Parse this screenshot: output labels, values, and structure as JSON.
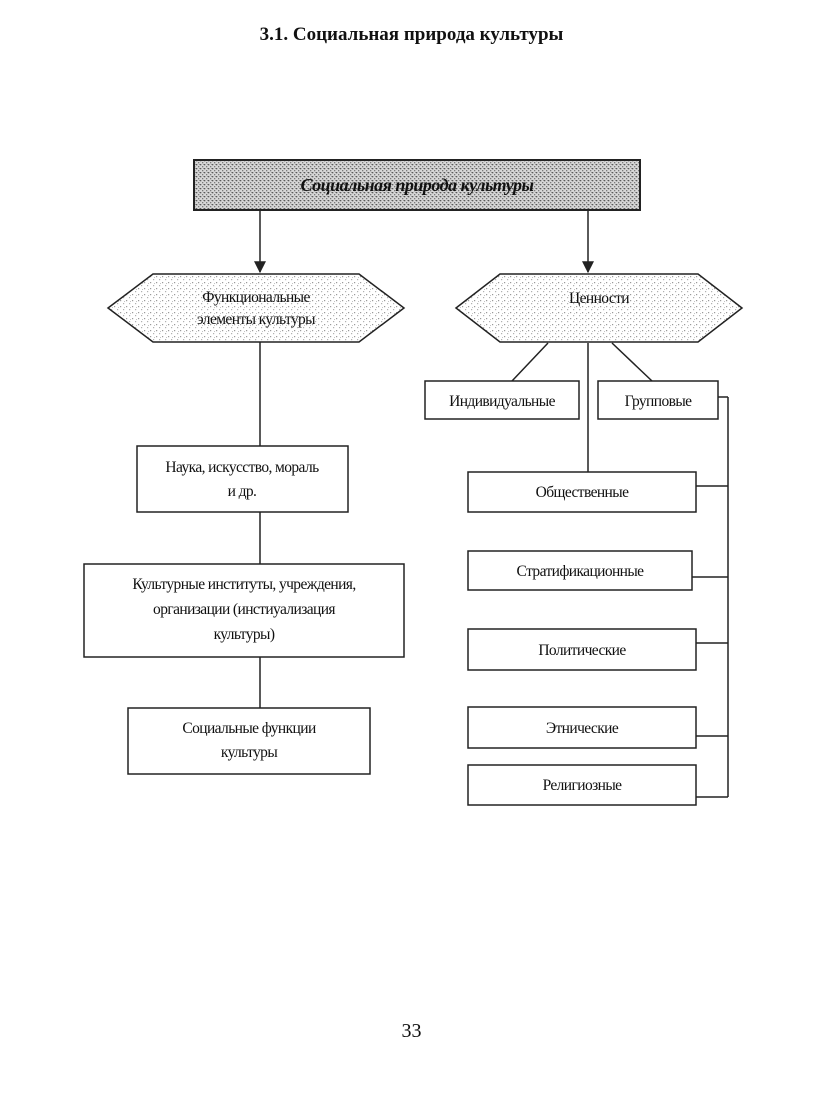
{
  "page": {
    "heading": "3.1. Социальная природа культуры",
    "page_number": "33"
  },
  "diagram": {
    "root": "Социальная природа культуры",
    "left_branch": {
      "title_line1": "Функциональные",
      "title_line2": "элементы культуры",
      "items": [
        {
          "line1": "Наука, искусство, мораль",
          "line2": "и др."
        },
        {
          "line1": "Культурные институты, учреждения,",
          "line2": "организации (инстиуализация",
          "line3": "культуры)"
        },
        {
          "line1": "Социальные функции",
          "line2": "культуры"
        }
      ]
    },
    "right_branch": {
      "title": "Ценности",
      "individual": "Индивидуальные",
      "group": "Групповые",
      "group_items": [
        "Общественные",
        "Стратификационные",
        "Политические",
        "Этнические",
        "Религиозные"
      ]
    }
  }
}
